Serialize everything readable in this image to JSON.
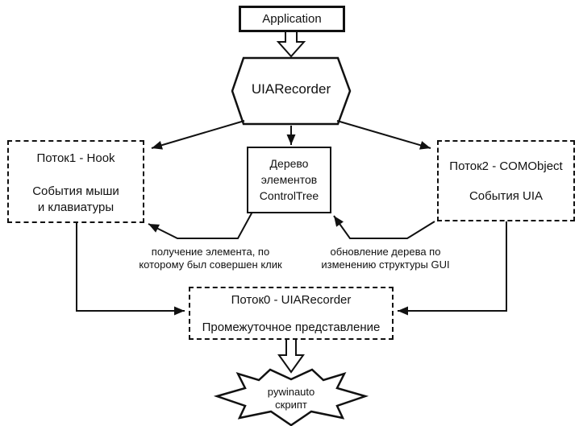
{
  "diagram": {
    "colors": {
      "background": "#ffffff",
      "line": "#111111",
      "text": "#111111"
    },
    "nodes": {
      "application": {
        "label": "Application"
      },
      "recorder": {
        "label": "UIARecorder"
      },
      "control_tree": {
        "line1": "Дерево",
        "line2": "элементов",
        "line3": "ControlTree"
      },
      "thread1": {
        "title": "Поток1 - Hook",
        "line1": "События мыши",
        "line2": "и клавиатуры"
      },
      "thread2": {
        "title": "Поток2 - COMObject",
        "line1": "События UIA"
      },
      "thread0": {
        "title": "Поток0 - UIARecorder",
        "line1": "Промежуточное представление"
      },
      "script": {
        "line1": "pywinauto",
        "line2": "скрипт"
      }
    },
    "labels": {
      "get_element": {
        "line1": "получение элемента, по",
        "line2": "которому был совершен клик"
      },
      "update_tree": {
        "line1": "обновление дерева по",
        "line2": "изменению структуры GUI"
      }
    }
  }
}
